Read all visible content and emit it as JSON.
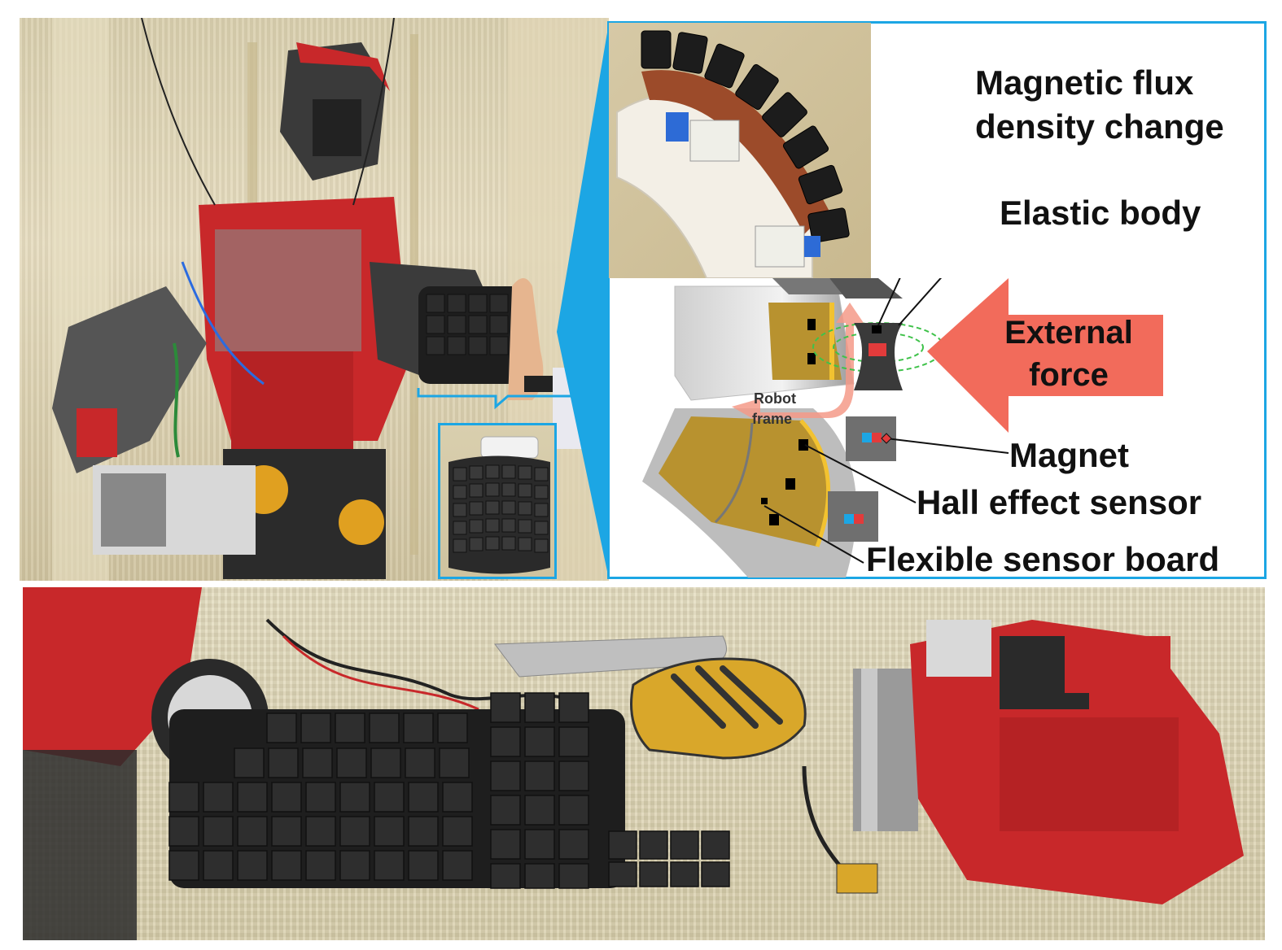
{
  "labels": {
    "magnetic_flux_line1": "Magnetic flux",
    "magnetic_flux_line2": "density change",
    "elastic_body": "Elastic body",
    "external_force_line1": "External",
    "external_force_line2": "force",
    "robot_frame_line1": "Robot",
    "robot_frame_line2": "frame",
    "magnet": "Magnet",
    "hall_effect_sensor": "Hall effect sensor",
    "flexible_sensor_board": "Flexible sensor board"
  },
  "colors": {
    "accent_blue": "#1ca6e4",
    "force_arrow": "#f26b5b",
    "board_gold": "#b8922f",
    "robot_red": "#c8282a",
    "frame_gray": "#9a9a9a"
  }
}
